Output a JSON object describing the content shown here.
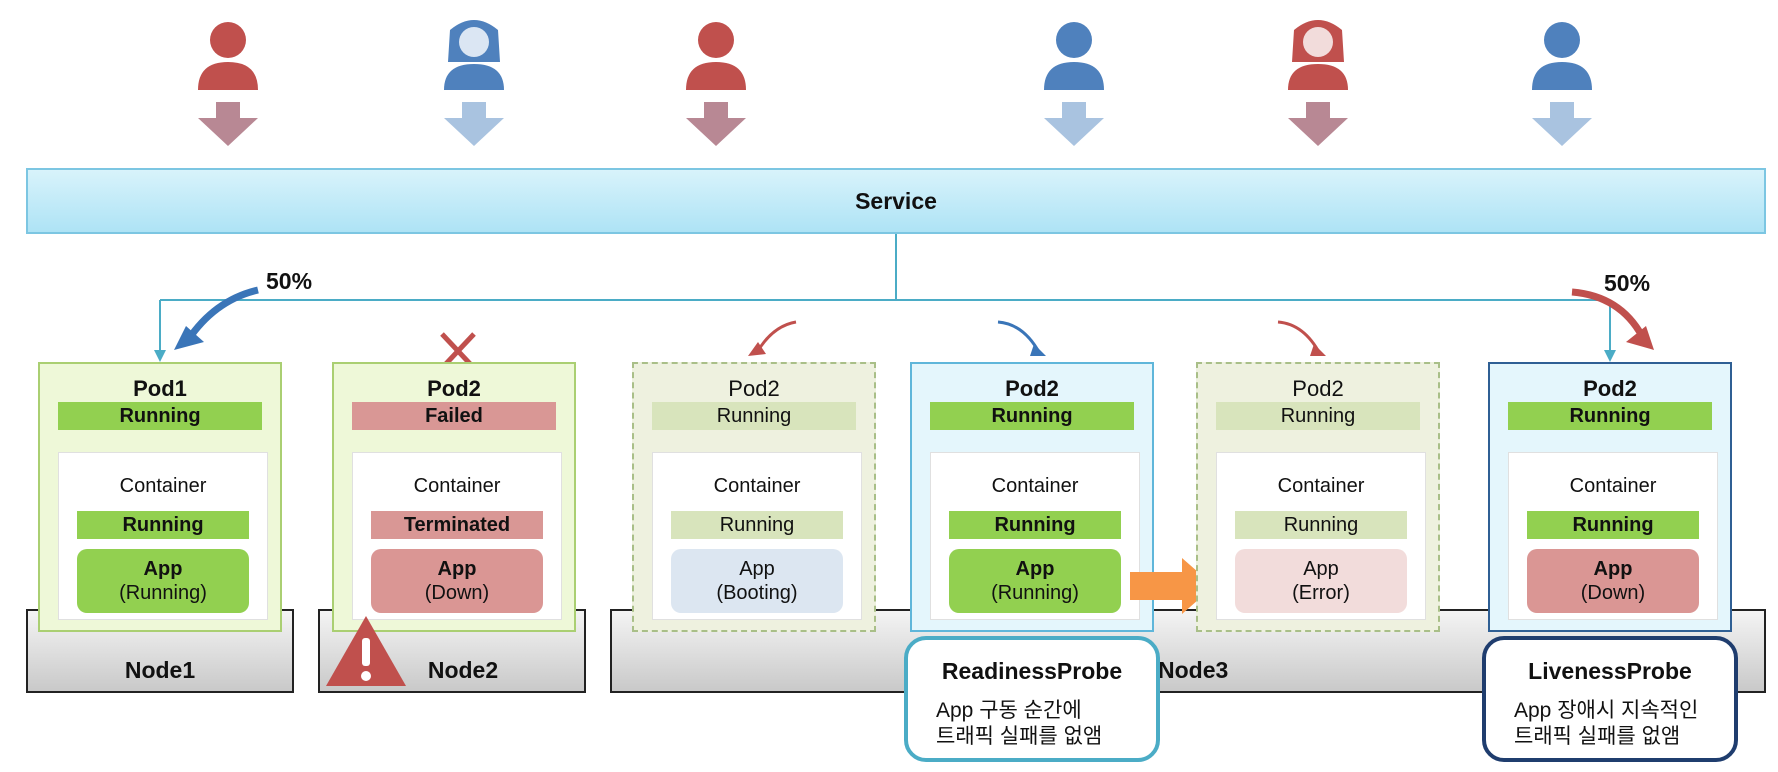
{
  "service": {
    "label": "Service"
  },
  "split": {
    "left": "50%",
    "right": "50%"
  },
  "users": [
    {
      "name": "user-red-1",
      "color": "#c0504d"
    },
    {
      "name": "user-blue-female",
      "color": "#4f81bd"
    },
    {
      "name": "user-red-2",
      "color": "#c0504d"
    },
    {
      "name": "user-blue-2",
      "color": "#4f81bd"
    },
    {
      "name": "user-red-female",
      "color": "#c0504d"
    },
    {
      "name": "user-blue-3",
      "color": "#4f81bd"
    }
  ],
  "nodes": {
    "node1": "Node1",
    "node2": "Node2",
    "node3": "Node3"
  },
  "pods": [
    {
      "title": "Pod1",
      "status": "Running",
      "container_label": "Container",
      "container_status": "Running",
      "app": "App",
      "app_state": "(Running)"
    },
    {
      "title": "Pod2",
      "status": "Failed",
      "container_label": "Container",
      "container_status": "Terminated",
      "app": "App",
      "app_state": "(Down)"
    },
    {
      "title": "Pod2",
      "status": "Running",
      "container_label": "Container",
      "container_status": "Running",
      "app": "App",
      "app_state": "(Booting)"
    },
    {
      "title": "Pod2",
      "status": "Running",
      "container_label": "Container",
      "container_status": "Running",
      "app": "App",
      "app_state": "(Running)"
    },
    {
      "title": "Pod2",
      "status": "Running",
      "container_label": "Container",
      "container_status": "Running",
      "app": "App",
      "app_state": "(Error)"
    },
    {
      "title": "Pod2",
      "status": "Running",
      "container_label": "Container",
      "container_status": "Running",
      "app": "App",
      "app_state": "(Down)"
    }
  ],
  "readiness": {
    "title": "ReadinessProbe",
    "line1": "App 구동 순간에",
    "line2": "트래픽 실패를 없앰"
  },
  "liveness": {
    "title": "LivenessProbe",
    "line1": "App 장애시 지속적인",
    "line2": "트래픽 실패를 없앰"
  },
  "colors": {
    "user_red": "#c0504d",
    "user_blue": "#4f81bd",
    "running_green": "#92d050",
    "failed_red": "#d99795",
    "service_blue": "#aee3f5",
    "arrow_orange": "#f79646"
  }
}
